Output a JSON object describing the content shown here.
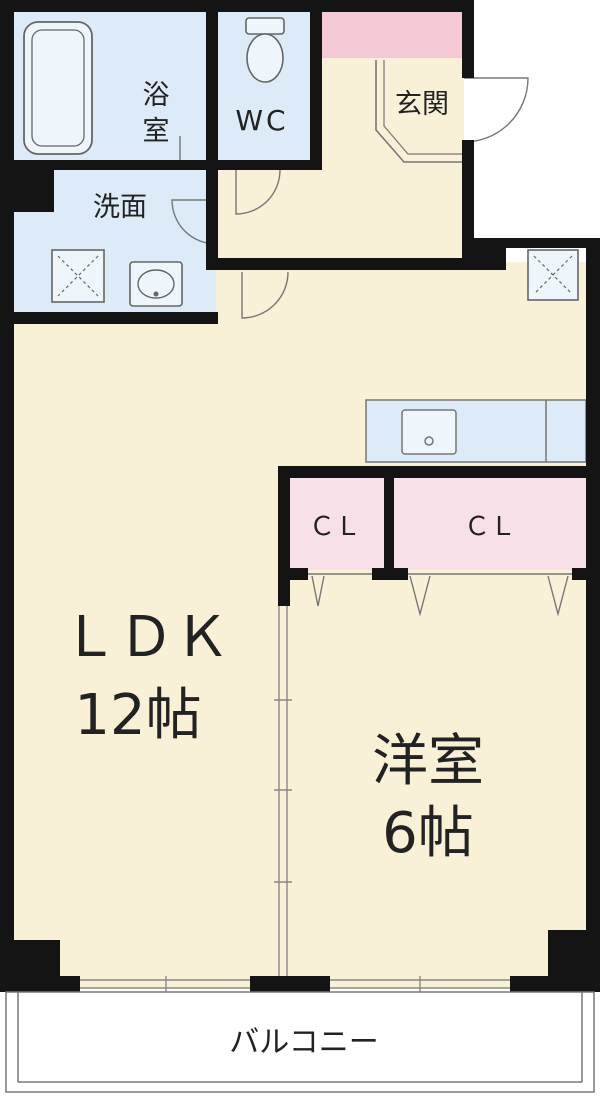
{
  "floorplan": {
    "rooms": {
      "bath": {
        "label_line1": "浴",
        "label_line2": "室"
      },
      "wc": {
        "label": "WC"
      },
      "entrance": {
        "label": "玄関"
      },
      "washroom": {
        "label": "洗面"
      },
      "closet_left": {
        "label": "ＣＬ"
      },
      "closet_right": {
        "label": "ＣＬ"
      },
      "ldk": {
        "label_line1": "ＬＤＫ",
        "label_line2": "12帖"
      },
      "western_room": {
        "label_line1": "洋室",
        "label_line2": "6帖"
      },
      "balcony": {
        "label": "バルコニー"
      }
    },
    "colors": {
      "wall": "#141414",
      "floor_wood": "#f8f1d8",
      "wet_area": "#dcebf7",
      "closet": "#f8e0e8",
      "entrance_mat": "#f6c9d6",
      "balcony": "#ffffff"
    }
  }
}
